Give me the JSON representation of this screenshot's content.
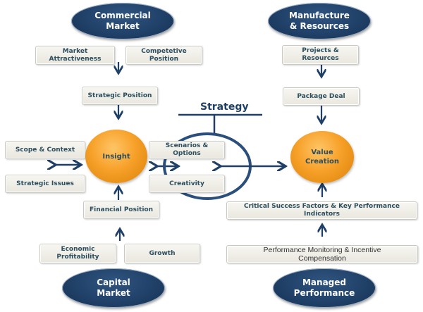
{
  "diagram": {
    "title": "Strategy",
    "colors": {
      "navy": "#1f3f66",
      "orange": "#f7a12a",
      "box_fill": "#eeece5",
      "box_text": "#2c4e5e"
    },
    "quadrants": {
      "commercial_market": {
        "label": "Commercial\nMarket",
        "inputs": [
          "Market\nAttractiveness",
          "Competetive\nPosition"
        ],
        "output": "Strategic Position"
      },
      "manufacture_resources": {
        "label": "Manufacture\n& Resources",
        "inputs": [
          "Projects &\nResources"
        ],
        "output": "Package Deal"
      },
      "capital_market": {
        "label": "Capital\nMarket",
        "inputs": [
          "Economic\nProfitability",
          "Growth"
        ],
        "output": "Financial Position"
      },
      "managed_performance": {
        "label": "Managed\nPerformance",
        "inputs": [
          "Performance Monitoring & Incentive\nCompensation"
        ],
        "output": "Critical Success Factors & Key Performance Indicators"
      }
    },
    "insight": {
      "label": "Insight",
      "left_boxes": [
        "Scope & Context",
        "Strategic Issues"
      ],
      "right_boxes": [
        "Scenarios &\nOptions",
        "Creativity"
      ]
    },
    "value_creation": {
      "label": "Value\nCreation"
    }
  }
}
